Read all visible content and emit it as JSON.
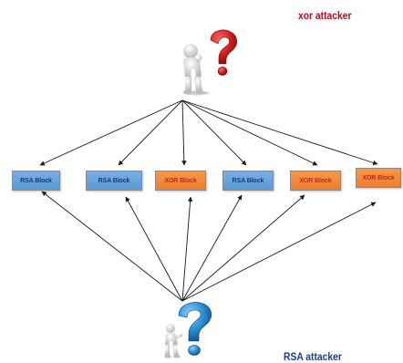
{
  "labels": {
    "xor_attacker": "xor attacker",
    "rsa_attacker": "RSA attacker"
  },
  "blocks": [
    {
      "label": "RSA Block",
      "kind": "rsa"
    },
    {
      "label": "RSA Block",
      "kind": "rsa"
    },
    {
      "label": "XOR Block",
      "kind": "xor"
    },
    {
      "label": "RSA Block",
      "kind": "rsa"
    },
    {
      "label": "XOR Block",
      "kind": "xor"
    },
    {
      "label": "XOR Block",
      "kind": "xor"
    }
  ],
  "icons": {
    "top_figure": "thinking-person-red-question-icon",
    "bottom_figure": "person-leaning-on-blue-question-icon"
  },
  "colors": {
    "rsa_block_fill": "#5b9bd5",
    "rsa_block_text": "#123a74",
    "xor_block_fill": "#ed7d31",
    "xor_block_text": "#c0281c",
    "xor_attacker_label": "#c0081a",
    "rsa_attacker_label": "#1f3c8c",
    "red_question_mark": "#d21f1f",
    "blue_question_mark": "#2a8fd6"
  }
}
